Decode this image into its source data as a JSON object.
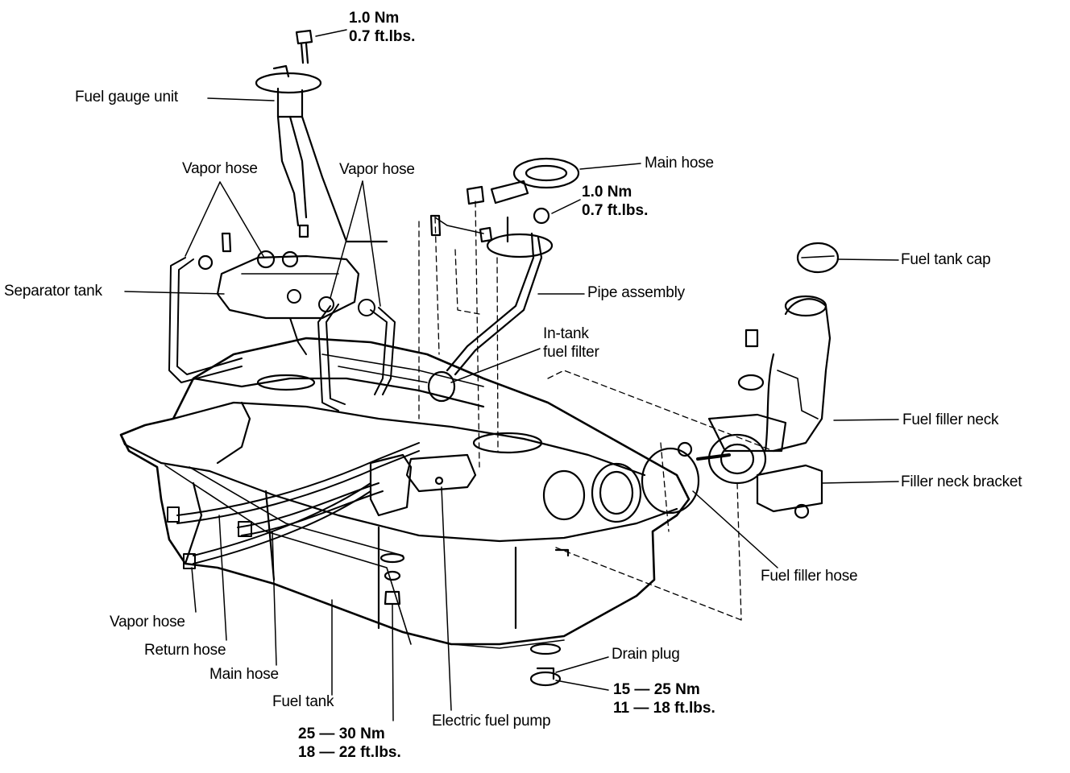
{
  "labels": {
    "fuel_gauge_unit": "Fuel gauge unit",
    "vapor_hose_1": "Vapor hose",
    "vapor_hose_2": "Vapor hose",
    "vapor_hose_3": "Vapor hose",
    "main_hose_top": "Main hose",
    "main_hose_bottom": "Main hose",
    "separator_tank": "Separator tank",
    "pipe_assembly": "Pipe assembly",
    "in_tank_line1": "In-tank",
    "in_tank_line2": "fuel filter",
    "fuel_tank_cap": "Fuel tank cap",
    "fuel_filler_neck": "Fuel filler neck",
    "filler_neck_bracket": "Filler neck bracket",
    "fuel_filler_hose": "Fuel filler hose",
    "return_hose": "Return hose",
    "fuel_tank": "Fuel tank",
    "electric_fuel_pump": "Electric fuel pump",
    "drain_plug": "Drain plug"
  },
  "torque": {
    "gauge_nm": "1.0 Nm",
    "gauge_ftlbs": "0.7 ft.lbs.",
    "pipe_nm": "1.0 Nm",
    "pipe_ftlbs": "0.7 ft.lbs.",
    "drain_nm": "15 — 25 Nm",
    "drain_ftlbs": "11 — 18 ft.lbs.",
    "tank_nm": "25 — 30 Nm",
    "tank_ftlbs": "18 — 22 ft.lbs."
  }
}
